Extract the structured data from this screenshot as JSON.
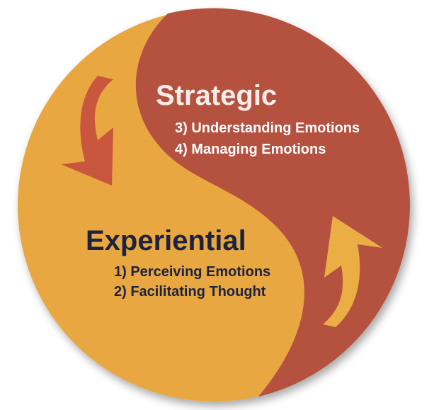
{
  "colors": {
    "strategic": "#b5523f",
    "experiential": "#e8a740",
    "strategic_text": "#f7ecea",
    "strategic_items": "#ffffff",
    "experiential_text": "#1c2340"
  },
  "strategic": {
    "title": "Strategic",
    "items": [
      "3) Understanding Emotions",
      "4) Managing Emotions"
    ]
  },
  "experiential": {
    "title": "Experiential",
    "items": [
      "1) Perceiving Emotions",
      "2) Facilitating Thought"
    ]
  }
}
